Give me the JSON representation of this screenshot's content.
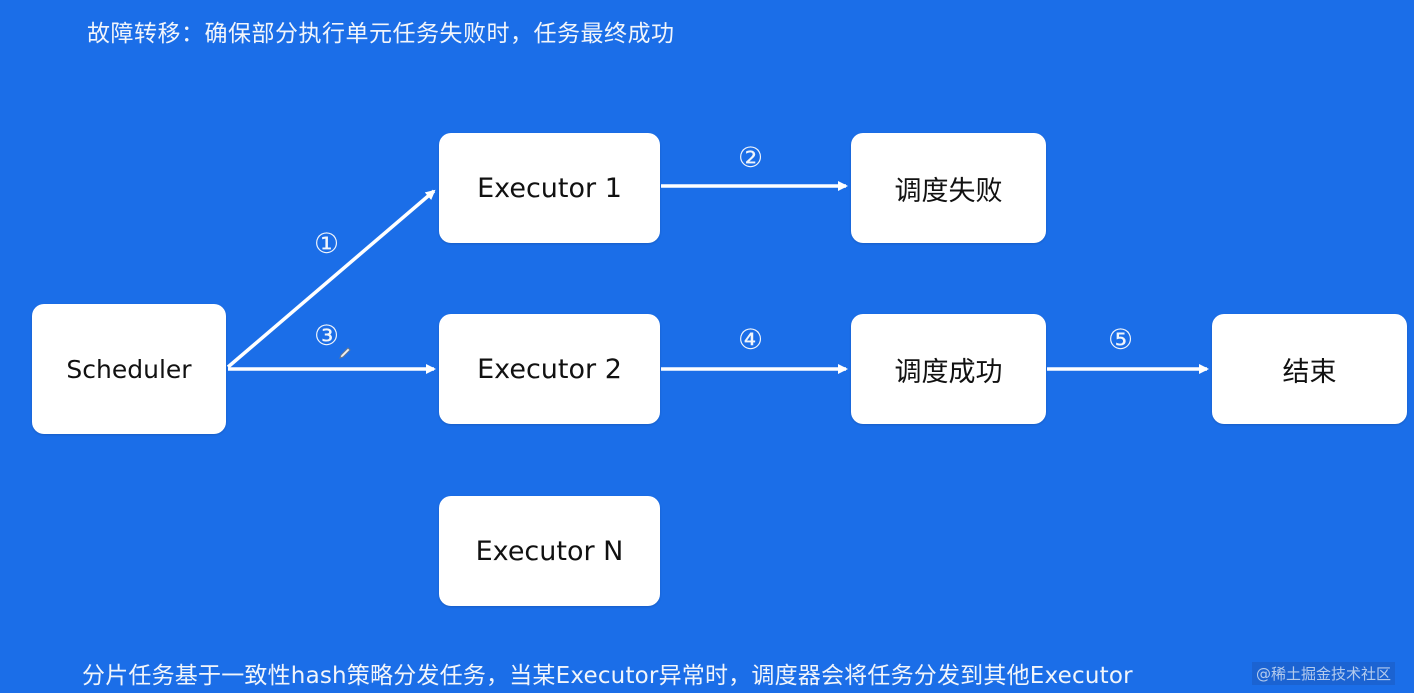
{
  "title": "故障转移：确保部分执行单元任务失败时，任务最终成功",
  "footer": "分片任务基于一致性hash策略分发任务，当某Executor异常时，调度器会将任务分发到其他Executor",
  "watermark": "@稀土掘金技术社区",
  "nodes": {
    "scheduler": "Scheduler",
    "executor1": "Executor 1",
    "executor2": "Executor 2",
    "executorN": "Executor N",
    "fail": "调度失败",
    "success": "调度成功",
    "end": "结束"
  },
  "steps": {
    "s1": "①",
    "s2": "②",
    "s3": "③",
    "s4": "④",
    "s5": "⑤"
  },
  "edges": [
    {
      "from": "Scheduler",
      "to": "Executor 1",
      "label": "①"
    },
    {
      "from": "Executor 1",
      "to": "调度失败",
      "label": "②"
    },
    {
      "from": "Scheduler",
      "to": "Executor 2",
      "label": "③"
    },
    {
      "from": "Executor 2",
      "to": "调度成功",
      "label": "④"
    },
    {
      "from": "调度成功",
      "to": "结束",
      "label": "⑤"
    }
  ],
  "colors": {
    "background": "#1b6ee8",
    "node": "#ffffff",
    "edge": "#ffffff"
  }
}
